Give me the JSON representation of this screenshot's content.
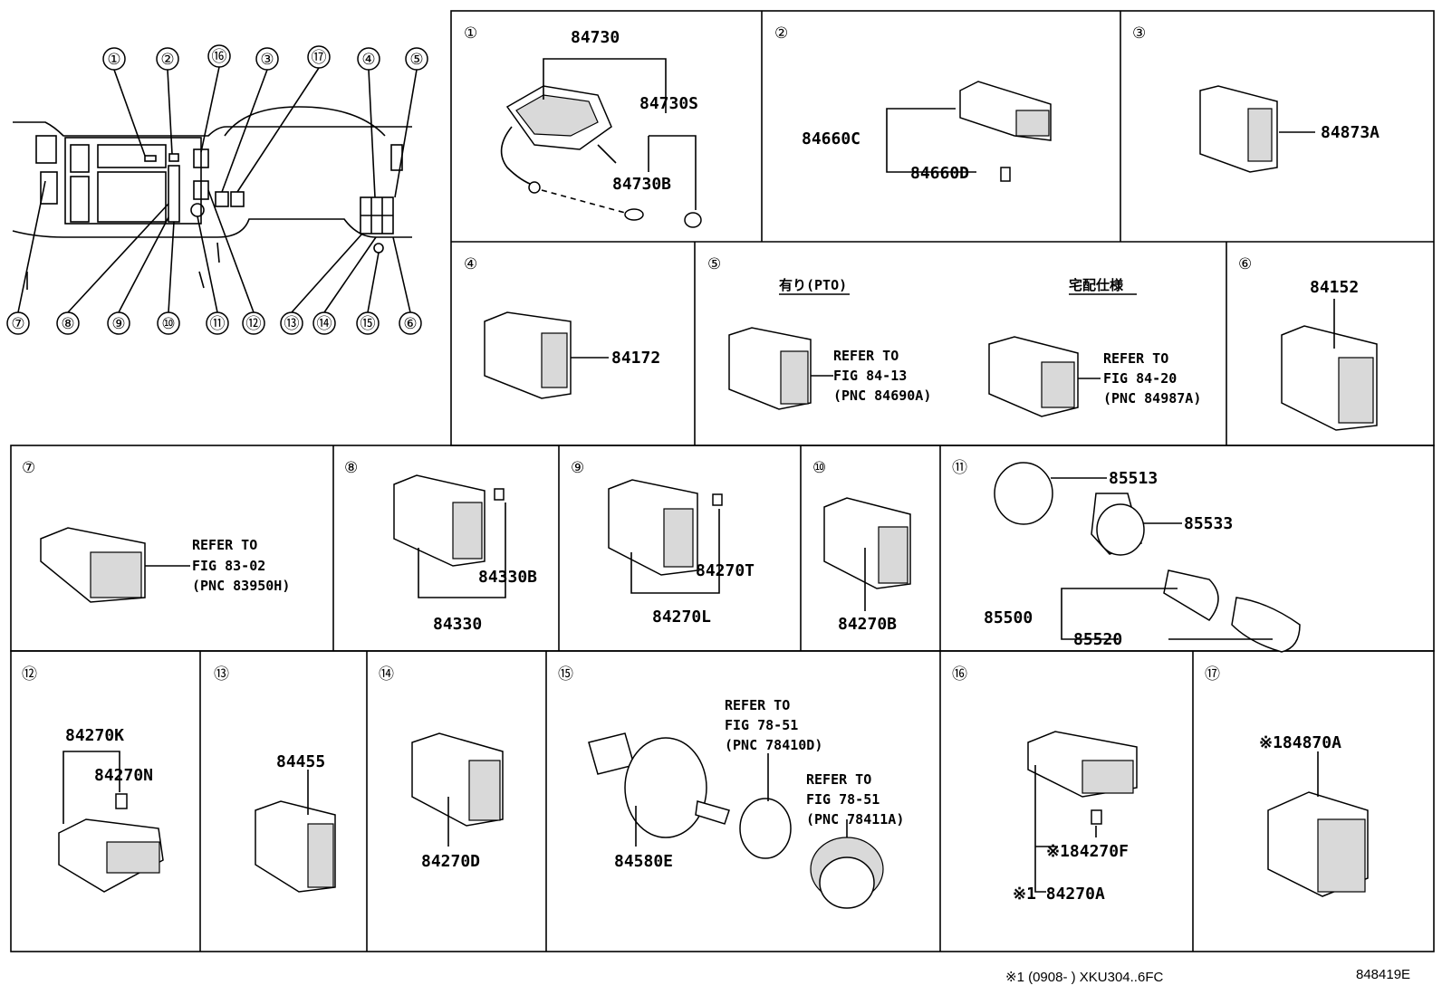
{
  "overview": {
    "callouts_top": [
      "①",
      "②",
      "⑯",
      "③",
      "⑰",
      "④",
      "⑤"
    ],
    "callouts_bottom": [
      "⑦",
      "⑧",
      "⑨",
      "⑩",
      "⑪",
      "⑫",
      "⑬",
      "⑭",
      "⑮",
      "⑥"
    ]
  },
  "panels": {
    "p1": {
      "num": "①",
      "parts": [
        "84730",
        "84730S",
        "84730B"
      ]
    },
    "p2": {
      "num": "②",
      "parts": [
        "84660C",
        "84660D"
      ]
    },
    "p3": {
      "num": "③",
      "parts": [
        "84873A"
      ]
    },
    "p4": {
      "num": "④",
      "parts": [
        "84172"
      ]
    },
    "p5": {
      "num": "⑤",
      "head_left": "有り(PTO)",
      "head_right": "宅配仕様",
      "ref_left": [
        "REFER TO",
        "FIG 84-13",
        "(PNC 84690A)"
      ],
      "ref_right": [
        "REFER TO",
        "FIG 84-20",
        "(PNC 84987A)"
      ]
    },
    "p6": {
      "num": "⑥",
      "parts": [
        "84152"
      ]
    },
    "p7": {
      "num": "⑦",
      "ref": [
        "REFER TO",
        "FIG 83-02",
        "(PNC 83950H)"
      ]
    },
    "p8": {
      "num": "⑧",
      "parts": [
        "84330B",
        "84330"
      ]
    },
    "p9": {
      "num": "⑨",
      "parts": [
        "84270T",
        "84270L"
      ]
    },
    "p10": {
      "num": "⑩",
      "parts": [
        "84270B"
      ]
    },
    "p11": {
      "num": "⑪",
      "parts": [
        "85513",
        "85533",
        "85500",
        "85520"
      ]
    },
    "p12": {
      "num": "⑫",
      "parts": [
        "84270K",
        "84270N"
      ]
    },
    "p13": {
      "num": "⑬",
      "parts": [
        "84455"
      ]
    },
    "p14": {
      "num": "⑭",
      "parts": [
        "84270D"
      ]
    },
    "p15": {
      "num": "⑮",
      "ref_a": [
        "REFER TO",
        "FIG 78-51",
        "(PNC 78410D)"
      ],
      "ref_b": [
        "REFER TO",
        "FIG 78-51",
        "(PNC 78411A)"
      ],
      "parts": [
        "84580E"
      ]
    },
    "p16": {
      "num": "⑯",
      "parts": [
        "※184270F",
        "※1 84270A"
      ]
    },
    "p17": {
      "num": "⑰",
      "parts": [
        "※184870A"
      ]
    }
  },
  "footer": {
    "note": "※1 (0908-      ) XKU304..6FC",
    "code": "848419E"
  }
}
